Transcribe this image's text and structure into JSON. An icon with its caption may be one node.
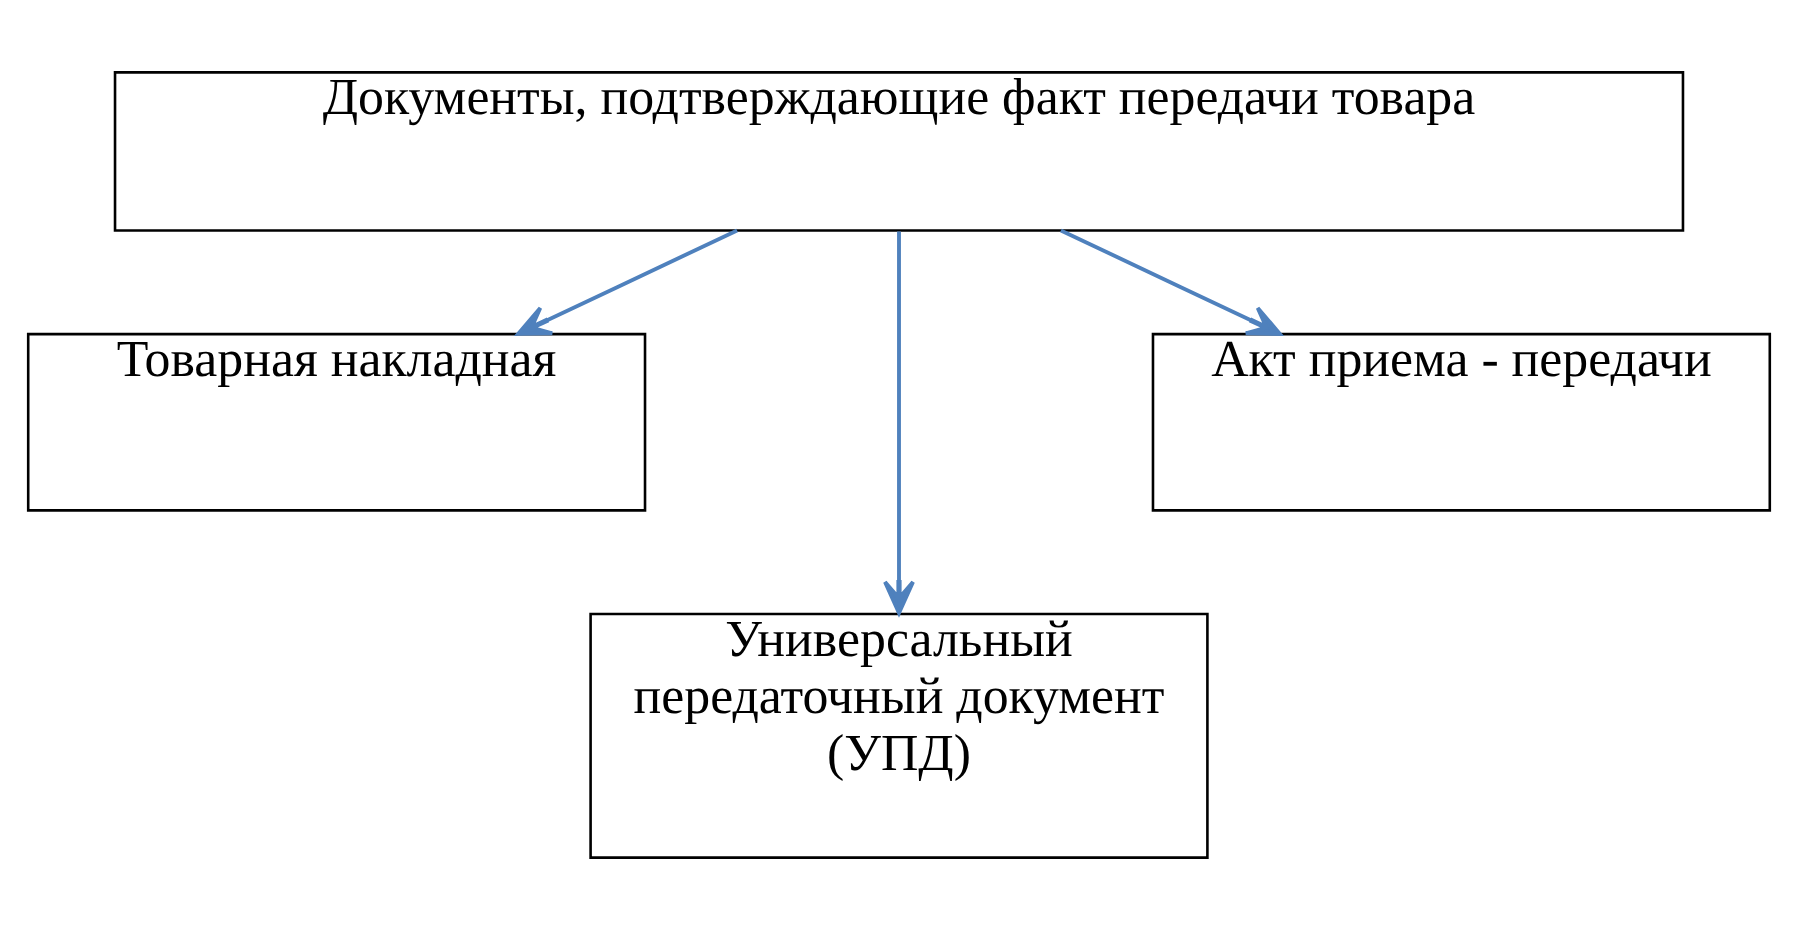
{
  "diagram": {
    "nodes": [
      {
        "text": [
          "Документы, подтверждающие факт передачи товара"
        ]
      },
      {
        "text": [
          "Товарная накладная"
        ]
      },
      {
        "text": [
          "Акт приема - передачи"
        ]
      },
      {
        "text": [
          "Универсальный передаточный документ (УПД)"
        ]
      }
    ],
    "edges": [
      {
        "from": 0,
        "to": 1,
        "arrow": "to"
      },
      {
        "from": 0,
        "to": 3,
        "arrow": "to"
      },
      {
        "from": 0,
        "to": 2,
        "arrow": "to"
      }
    ]
  }
}
